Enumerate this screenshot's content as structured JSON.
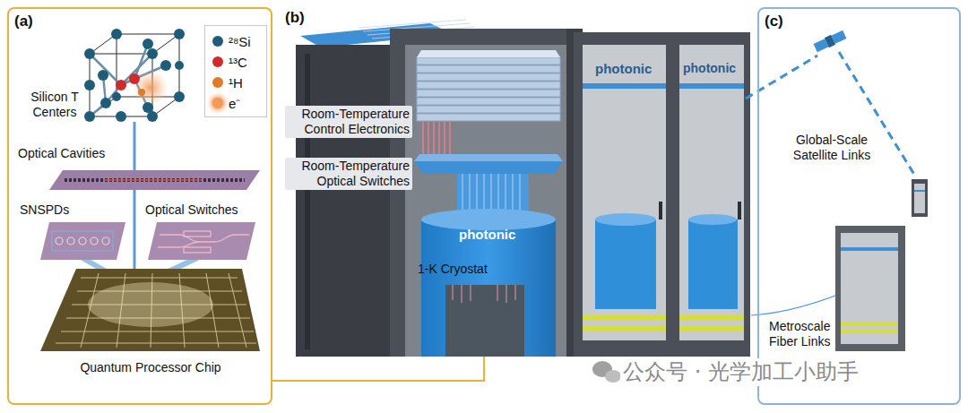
{
  "diagram": {
    "nodes": [
      {
        "text": [
          "(a)"
        ]
      },
      {
        "text": [
          "(c)"
        ]
      }
    ],
    "labels": [
      "(b)",
      "Silicon T Centers",
      "Optical Cavities",
      "SNSPDs",
      "Optical Switches",
      "Quantum Processor Chip",
      "Room-Temperature Control Electronics",
      "Room-Temperature Optical Switches",
      "1-K Cryostat",
      "photonic",
      "photonic",
      "photonic",
      "Global-Scale Satellite Links",
      "Metroscale Fiber Links",
      "公众号 · 光学加工小助手"
    ],
    "legend": [
      {
        "text": "²⁸Si",
        "color": "#1f5c7a"
      },
      {
        "text": "¹³C",
        "color": "#d12a2a"
      },
      {
        "text": "¹H",
        "color": "#e07b2a"
      },
      {
        "text": "e⁻",
        "color": "#f39a5a"
      }
    ]
  }
}
